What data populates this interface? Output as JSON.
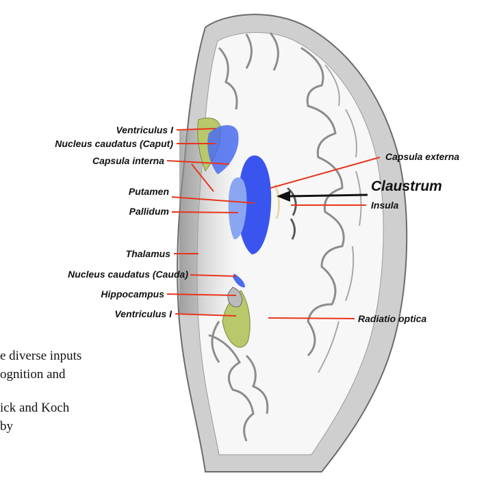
{
  "labels": {
    "ventriculus_upper": "Ventriculus I",
    "nucleus_caudatus_caput": "Nucleus caudatus (Caput)",
    "capsula_interna": "Capsula interna",
    "putamen": "Putamen",
    "pallidum": "Pallidum",
    "thalamus": "Thalamus",
    "nucleus_caudatus_cauda": "Nucleus caudatus (Cauda)",
    "hippocampus": "Hippocampus",
    "ventriculus_lower": "Ventriculus I",
    "capsula_externa": "Capsula externa",
    "claustrum": "Claustrum",
    "insula": "Insula",
    "radiatio_optica": "Radiatio optica"
  },
  "caption": {
    "line1": "e diverse inputs",
    "line2": "ognition and",
    "line3": "ick and Koch",
    "line4": " by"
  },
  "colors": {
    "label_line": "#e8341c",
    "caudate": "#4a6cf0",
    "putamen": "#3a55ee",
    "pallidum": "#8aa6f2",
    "ventricle": "#b8c86a",
    "gray_matter": "#c8c8c8"
  }
}
